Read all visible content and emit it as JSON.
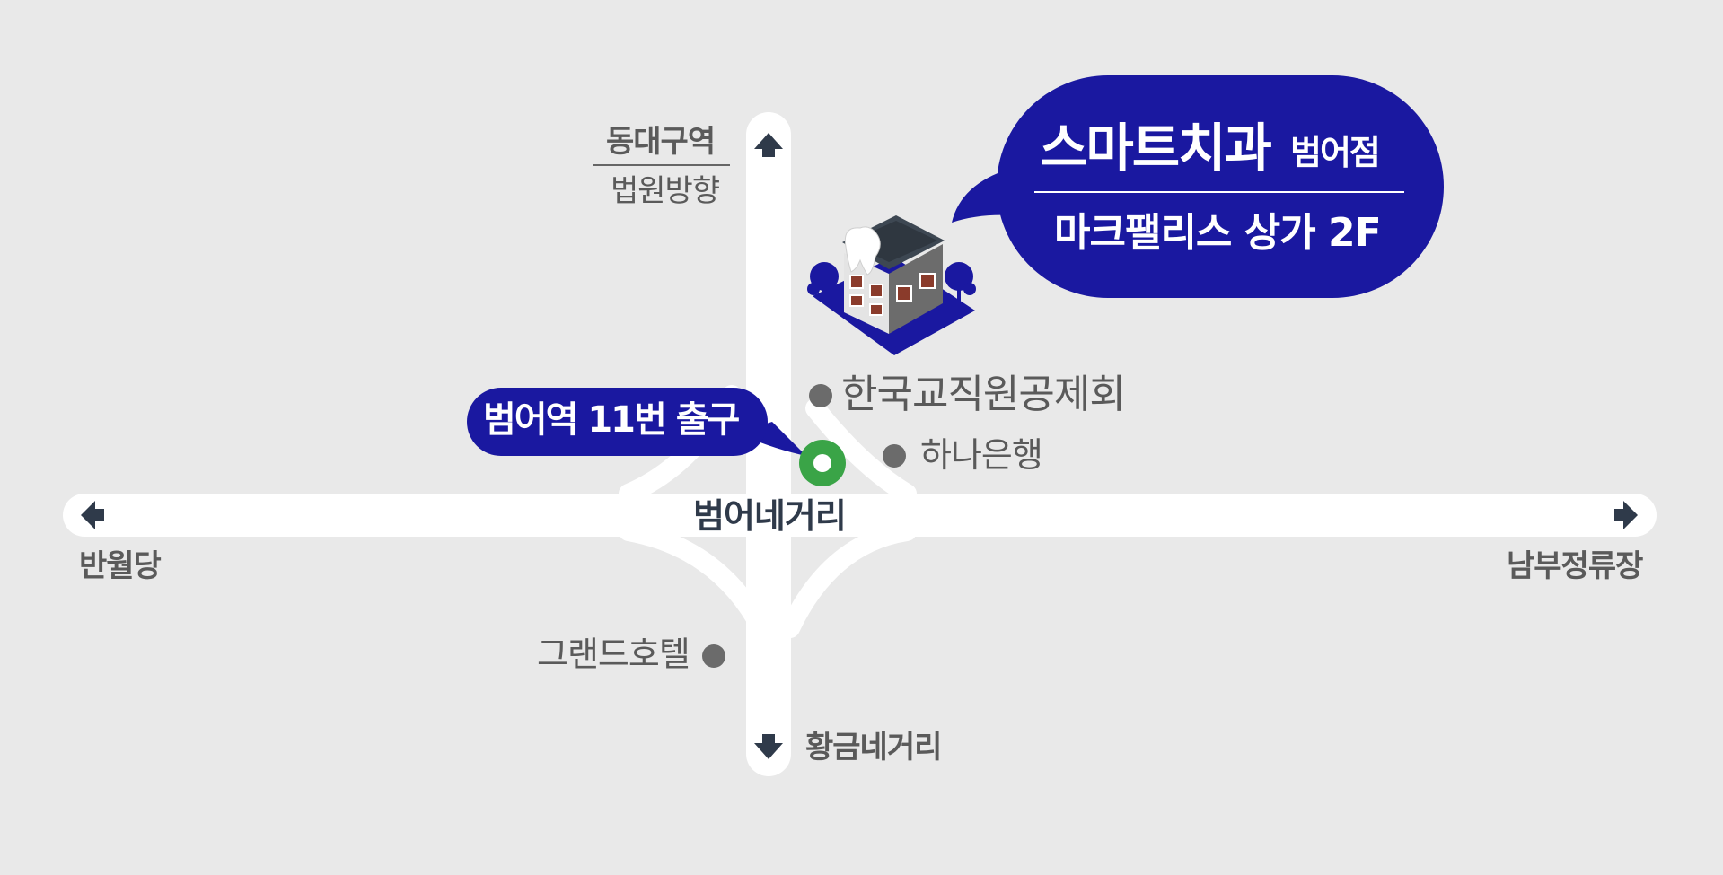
{
  "clinic": {
    "name": "스마트치과",
    "branch": "범어점",
    "address": "마크팰리스 상가 2F"
  },
  "station_exit": "범어역 11번 출구",
  "intersection": "범어네거리",
  "directions": {
    "north_top": "동대구역",
    "north_bottom": "법원방향",
    "south": "황금네거리",
    "west": "반월당",
    "east": "남부정류장"
  },
  "landmarks": {
    "teachers": "한국교직원공제회",
    "bank": "하나은행",
    "hotel": "그랜드호텔"
  },
  "colors": {
    "background": "#e9e9e9",
    "road": "#ffffff",
    "accent_navy": "#1a18a0",
    "subway_green": "#3aa447",
    "poi_gray": "#6b6b6b",
    "arrow": "#2f3a4a"
  },
  "icons": {
    "clinic_building": "dental-building-icon",
    "subway_exit": "subway-exit-marker-icon",
    "arrows": "direction-arrow-icon"
  }
}
